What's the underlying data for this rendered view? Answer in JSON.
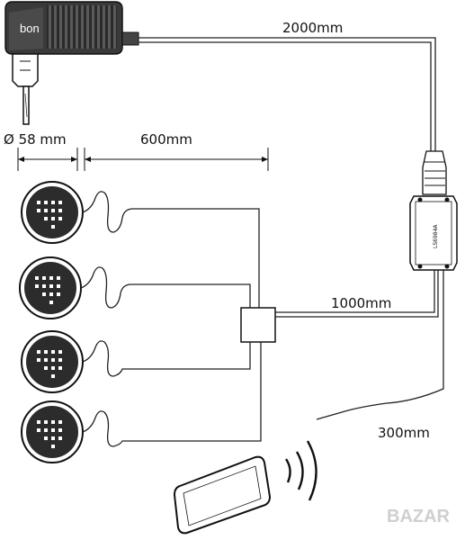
{
  "labels": {
    "cable_adapter": "2000mm",
    "diameter": "Ø 58 mm",
    "spacing": "600mm",
    "cable_controller": "1000mm",
    "cable_sensor": "300mm",
    "controller_model": "LS6984A",
    "adapter_mark": "bon",
    "watermark": "BAZAR"
  },
  "lights": [
    {
      "name": "led-puck-1"
    },
    {
      "name": "led-puck-2"
    },
    {
      "name": "led-puck-3"
    },
    {
      "name": "led-puck-4"
    }
  ]
}
